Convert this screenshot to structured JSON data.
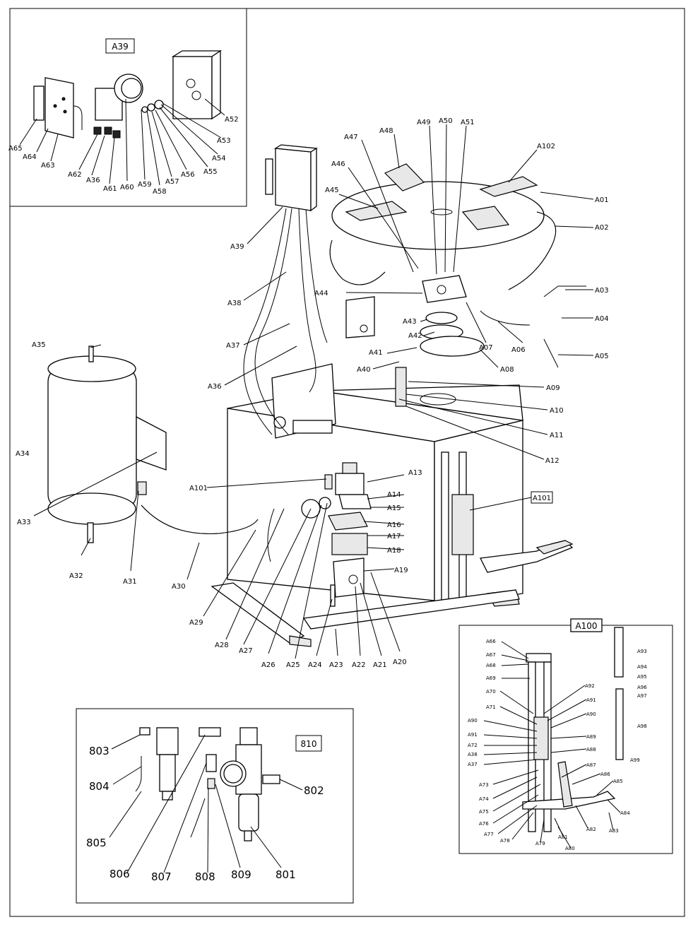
{
  "inset_a39": {
    "title": "A39",
    "labels": [
      "A65",
      "A64",
      "A63",
      "A62",
      "A36",
      "A61",
      "A60",
      "A59",
      "A58",
      "A57",
      "A56",
      "A55",
      "A54",
      "A53",
      "A52"
    ]
  },
  "main_labels": {
    "top": [
      "A47",
      "A48",
      "A49",
      "A50",
      "A51",
      "A102",
      "A46",
      "A45",
      "A44"
    ],
    "right": [
      "A01",
      "A02",
      "A03",
      "A04",
      "A05",
      "A06",
      "A07",
      "A08",
      "A09",
      "A10",
      "A11",
      "A12"
    ],
    "center": [
      "A43",
      "A42",
      "A41",
      "A40",
      "A13",
      "A14",
      "A15",
      "A16",
      "A17",
      "A18",
      "A19",
      "A101"
    ],
    "left": [
      "A35",
      "A34",
      "A33",
      "A32",
      "A31",
      "A30",
      "A39",
      "A38",
      "A37",
      "A36"
    ],
    "bottom": [
      "A29",
      "A28",
      "A27",
      "A26",
      "A25",
      "A24",
      "A23",
      "A22",
      "A21",
      "A20"
    ]
  },
  "callout_a101": "A101",
  "inset_a100": {
    "title": "A100",
    "labels": [
      "A66",
      "A67",
      "A68",
      "A69",
      "A70",
      "A71",
      "A90",
      "A91",
      "A72",
      "A38",
      "A37",
      "A73",
      "A74",
      "A75",
      "A76",
      "A77",
      "A78",
      "A79",
      "A81",
      "A80",
      "A82",
      "A83",
      "A84",
      "A85",
      "A86",
      "A87",
      "A88",
      "A89",
      "A90",
      "A91",
      "A92",
      "A93",
      "A94",
      "A95",
      "A96",
      "A97",
      "A98",
      "A99"
    ]
  },
  "inset_810": {
    "title": "810",
    "labels": [
      "803",
      "804",
      "805",
      "806",
      "807",
      "808",
      "809",
      "801",
      "802"
    ]
  }
}
